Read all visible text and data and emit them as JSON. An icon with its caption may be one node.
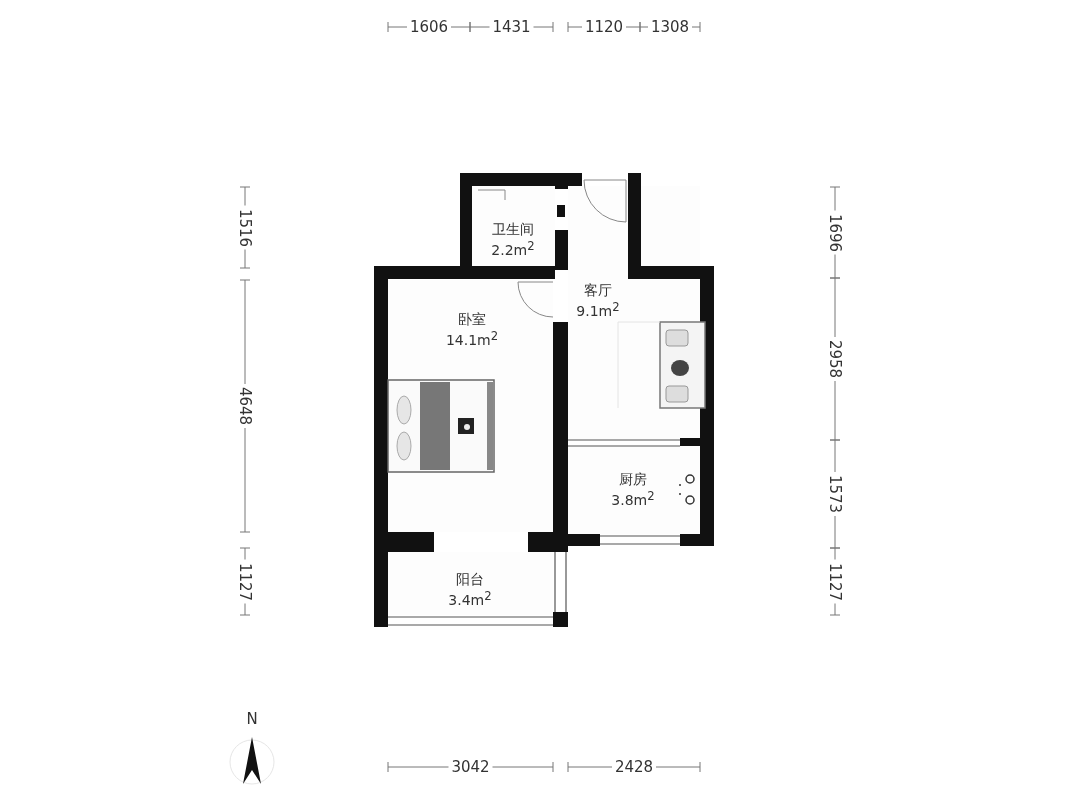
{
  "diagram": {
    "nodes": [
      {
        "text": [
          "卫生间",
          "2.2m$^{2}$"
        ]
      },
      {
        "text": [
          "卧室",
          "14.1m$^{2}$"
        ]
      },
      {
        "text": [
          "客厅",
          "9.1m$^{2}$"
        ]
      },
      {
        "text": [
          "厨房",
          "3.8m$^{2}$"
        ]
      },
      {
        "text": [
          "阳台",
          "3.4m$^{2}$"
        ]
      }
    ],
    "labels": [
      "1606",
      "1431",
      "1120",
      "1308",
      "1516",
      "4648",
      "1127",
      "1696",
      "2958",
      "1573",
      "1127",
      "N",
      "3042",
      "2428"
    ]
  }
}
